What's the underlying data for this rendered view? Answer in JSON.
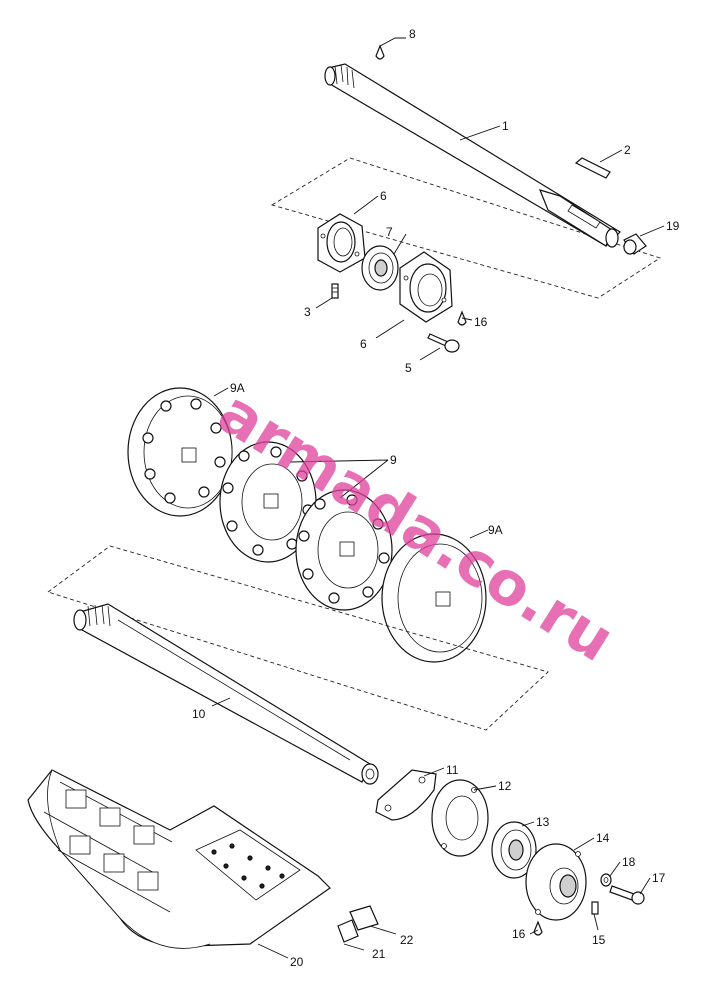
{
  "callouts": {
    "c1": "1",
    "c2": "2",
    "c3": "3",
    "c5": "5",
    "c6a": "6",
    "c6b": "6",
    "c7": "7",
    "c8": "8",
    "c9": "9",
    "c9a_top": "9A",
    "c9a_right": "9A",
    "c10": "10",
    "c11": "11",
    "c12": "12",
    "c13": "13",
    "c14": "14",
    "c15": "15",
    "c16a": "16",
    "c16b": "16",
    "c17": "17",
    "c18": "18",
    "c19": "19",
    "c20": "20",
    "c21": "21",
    "c22": "22"
  },
  "watermark": "armada.co.ru",
  "colors": {
    "line": "#111111",
    "watermark": "#e0419b",
    "background": "#ffffff"
  }
}
